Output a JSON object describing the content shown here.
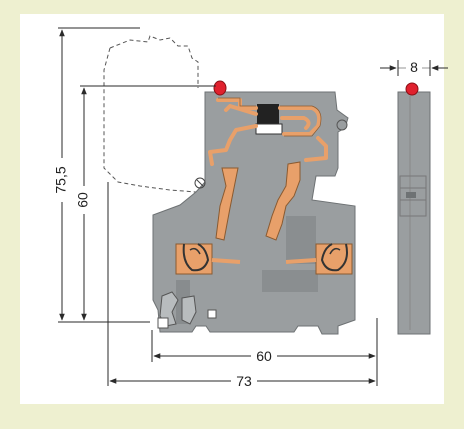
{
  "dimensions": {
    "total_height": "75,5",
    "body_height": "60",
    "body_width": "60",
    "total_width": "73",
    "side_width": "8"
  },
  "colors": {
    "background": "#eef0d0",
    "panel": "#ffffff",
    "housing": "#9a9ea0",
    "copper": "#e8a06a",
    "led": "#e0212e",
    "line": "#2a2a2a"
  }
}
